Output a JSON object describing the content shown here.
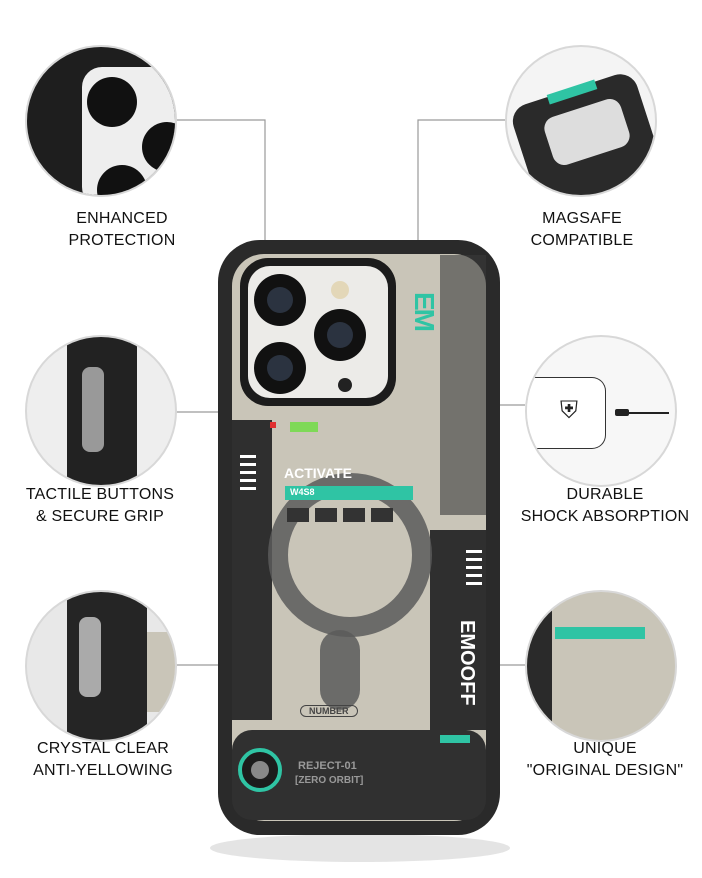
{
  "features": [
    {
      "line1": "ENHANCED",
      "line2": "PROTECTION"
    },
    {
      "line1": "MAGSAFE",
      "line2": "COMPATIBLE"
    },
    {
      "line1": "TACTILE BUTTONS",
      "line2": "& SECURE GRIP"
    },
    {
      "line1": "DURABLE",
      "line2": "SHOCK ABSORPTION"
    },
    {
      "line1": "CRYSTAL CLEAR",
      "line2": "ANTI-YELLOWING"
    },
    {
      "line1": "UNIQUE",
      "line2": "\"ORIGINAL DESIGN\""
    }
  ],
  "phone": {
    "activate": "ACTIVATE",
    "badge": "W4S8",
    "brand_vertical": "EMOOFF",
    "logo": "EM",
    "reject": "REJECT-01",
    "sub": "[ZERO ORBIT]",
    "bar": "NUMBER"
  },
  "colors": {
    "accent": "#2fc4a4",
    "case": "#2a2a2a",
    "panel": "#c9c5b8"
  }
}
